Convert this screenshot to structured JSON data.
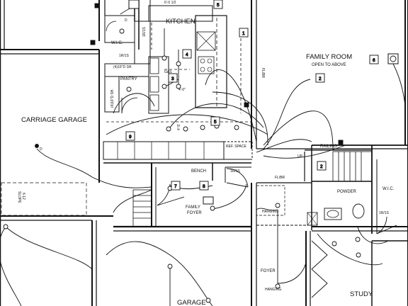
{
  "rooms": {
    "kitchen": "KITCHEN",
    "family_room": "FAMILY ROOM",
    "family_room_note": "OPEN TO ABOVE",
    "carriage_garage": "CARRIAGE GARAGE",
    "garage": "GARAGE",
    "study": "STUDY",
    "powder": "POWDER",
    "wic_left": "W.I.C.",
    "wic_right": "W.I.C.",
    "pantry": "PANTRY",
    "family_foyer": "FAMILY",
    "family_foyer_2": "FOYER",
    "foyer": "FOYER",
    "bench": "BENCH",
    "railing": "RAILING"
  },
  "notes": {
    "dimension_top": "6'-0 1/2",
    "dim_4_0": "4'-0\"",
    "dim_4_6": "4'-5'",
    "shelf_4_16": "(4)16\"D SH.",
    "shelf_4_16_v": "(4)16\"D SH.",
    "shelf_1r_1s_a": "1R/1S",
    "shelf_1r_1s_b": "1R/1S",
    "shelf_1r_1s_c": "1R/1S",
    "shelf_1r_1s_d": "1R/1S",
    "ref_space": "REF. SPACE",
    "fl_br": "FL/BR",
    "fl_br_v": "FL/BR",
    "slope": "SLOPE",
    "slope_val": "6.12",
    "hanging_a": "HANGING",
    "hanging_b": "HANGING",
    "up": "UP",
    "gas": "GAS",
    "d_a": "D",
    "d_b": "D"
  },
  "tags": [
    "1",
    "2",
    "3",
    "4",
    "5",
    "5",
    "6",
    "7",
    "8",
    "9",
    "2"
  ]
}
